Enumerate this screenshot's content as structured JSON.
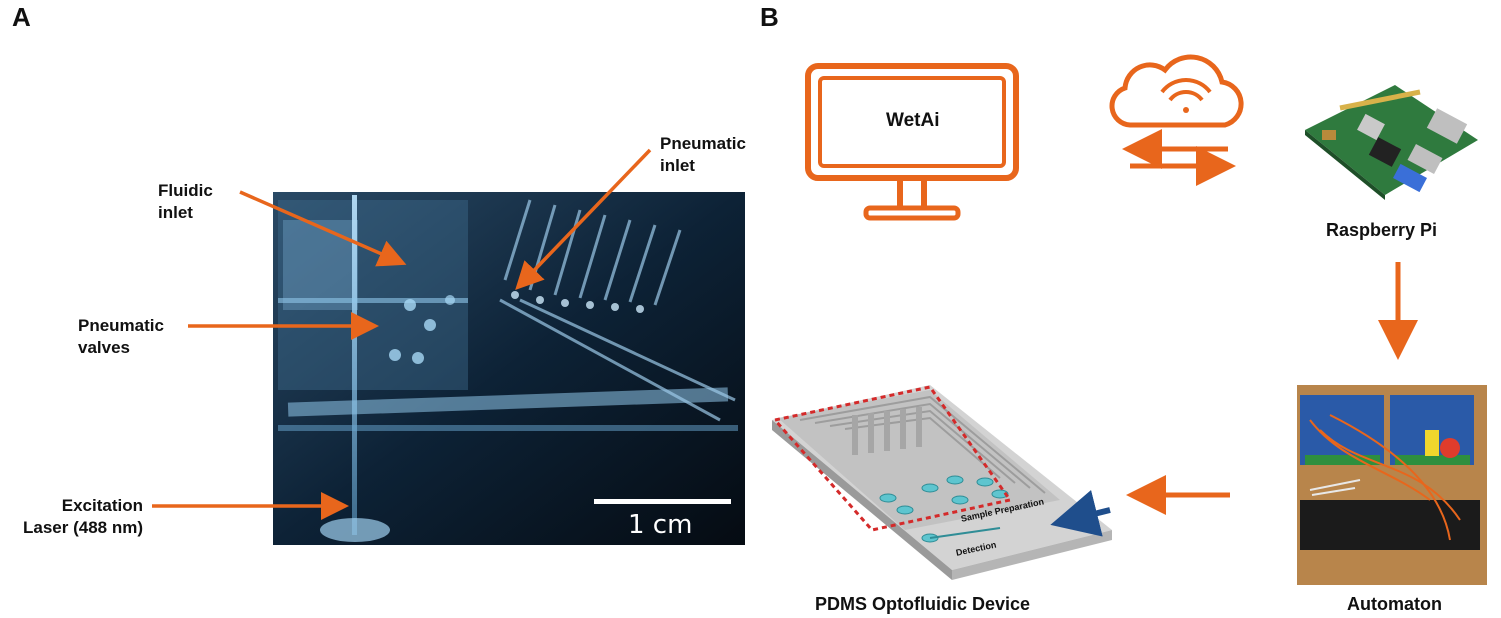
{
  "panel_a": {
    "letter": "A",
    "labels": {
      "fluidic_inlet": [
        "Fluidic",
        "inlet"
      ],
      "pneumatic_inlet": [
        "Pneumatic",
        "inlet"
      ],
      "pneumatic_valves": [
        "Pneumatic",
        "valves"
      ],
      "excitation_laser": [
        "Excitation",
        "Laser (488 nm)"
      ]
    },
    "scale_bar": "1 cm"
  },
  "panel_b": {
    "letter": "B",
    "monitor_text": "WetAi",
    "raspberry_label": "Raspberry Pi",
    "automaton_label": "Automaton",
    "device_label": "PDMS Optofluidic Device",
    "device_sections": {
      "sample_prep": "Sample Preparation",
      "detection": "Detection"
    }
  },
  "colors": {
    "accent": "#e8661c",
    "dashed_box": "#d42a2a",
    "chip_arrow": "#1f4e8c"
  }
}
